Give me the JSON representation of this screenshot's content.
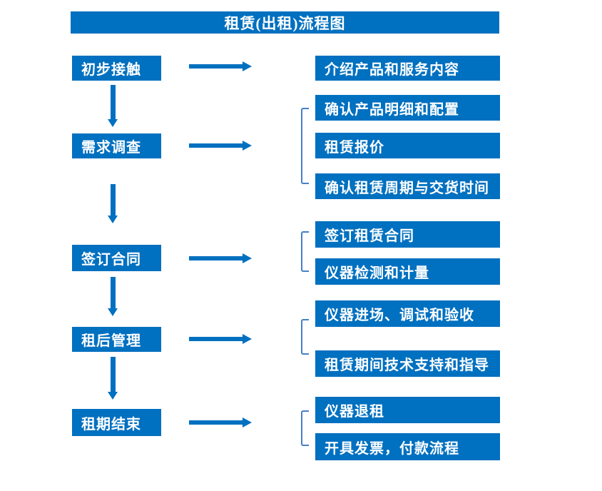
{
  "title": "租赁(出租)流程图",
  "colors": {
    "primary_blue": "#0070c0",
    "bracket_blue": "#4580c4",
    "text_white": "#ffffff"
  },
  "steps": [
    {
      "label": "初步接触",
      "outputs": [
        "介绍产品和服务内容"
      ]
    },
    {
      "label": "需求调查",
      "outputs": [
        "确认产品明细和配置",
        "租赁报价",
        "确认租赁周期与交货时间"
      ]
    },
    {
      "label": "签订合同",
      "outputs": [
        "签订租赁合同",
        "仪器检测和计量"
      ]
    },
    {
      "label": "租后管理",
      "outputs": [
        "仪器进场、调试和验收",
        "租赁期间技术支持和指导"
      ]
    },
    {
      "label": "租期结束",
      "outputs": [
        "仪器退租",
        "开具发票，付款流程"
      ]
    }
  ]
}
